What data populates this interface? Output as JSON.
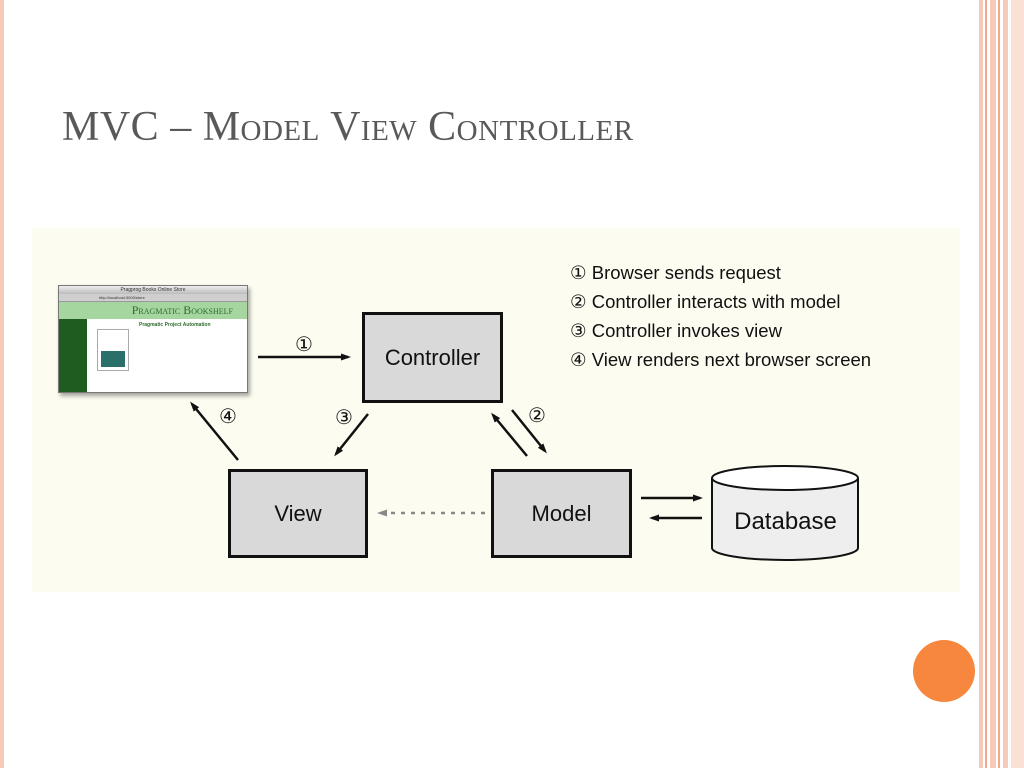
{
  "slide": {
    "title": "MVC – Model View Controller"
  },
  "diagram": {
    "nodes": {
      "controller": "Controller",
      "view": "View",
      "model": "Model",
      "database": "Database"
    },
    "steps": [
      "① Browser sends request",
      "② Controller interacts with model",
      "③ Controller invokes view",
      "④ View renders next browser screen"
    ],
    "arrow_labels": [
      "①",
      "②",
      "③",
      "④"
    ],
    "browser": {
      "window_title": "Pragprog Books Online Store",
      "url": "http://localhost:3000/store",
      "header": "Pragmatic Bookshelf",
      "book_title": "Pragmatic Project Automation"
    }
  },
  "colors": {
    "accent_circle": "#f7873e",
    "stripe": "#f7c9b8",
    "box_fill": "#d9d9d9",
    "panel_bg": "#fcfcf0"
  }
}
